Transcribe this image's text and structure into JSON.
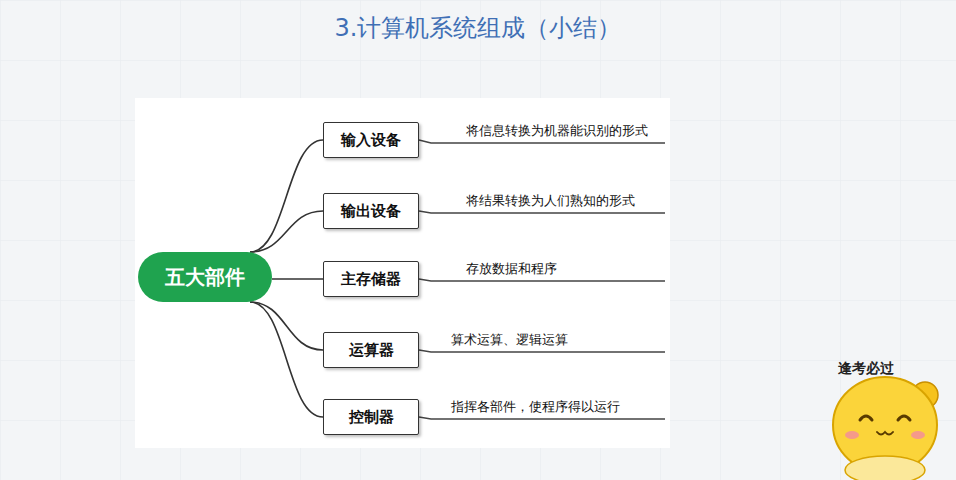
{
  "diagram": {
    "title": "3.计算机系统组成（小结）",
    "nodes": [
      {
        "text": [
          "五大部件"
        ]
      },
      {
        "text": [
          "输入设备"
        ]
      },
      {
        "text": [
          "输出设备"
        ]
      },
      {
        "text": [
          "主存储器"
        ]
      },
      {
        "text": [
          "运算器"
        ]
      },
      {
        "text": [
          "控制器"
        ]
      }
    ],
    "edges": [
      {
        "from": 0,
        "to": 1,
        "arrow": "none"
      },
      {
        "from": 0,
        "to": 2,
        "arrow": "none"
      },
      {
        "from": 0,
        "to": 3,
        "arrow": "none"
      },
      {
        "from": 0,
        "to": 4,
        "arrow": "none"
      },
      {
        "from": 0,
        "to": 5,
        "arrow": "none"
      }
    ],
    "labels": [
      "将信息转换为机器能识别的形式",
      "将结果转换为人们熟知的形式",
      "存放数据和程序",
      "算术运算、逻辑运算",
      "指挥各部件，使程序得以运行",
      "逢考必过"
    ]
  }
}
